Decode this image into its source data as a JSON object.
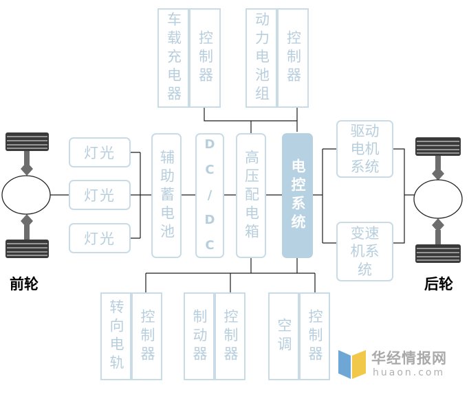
{
  "title": "",
  "nodes": {
    "onboard_charger": "车载充电器",
    "battery_pack": "动力电池组",
    "controller": "控制器",
    "light": "灯光",
    "aux_battery": "辅助蓄电池",
    "dcdc": "D\nC\n/\nD\nC",
    "hv_distribution": "高压配电箱",
    "ecu": "电控系统",
    "drive_motor": "驱动\n电机\n系统",
    "transmission": "变速\n机系\n统",
    "steering_rail": "转向电轨",
    "brake": "制动器",
    "air_con": "空调"
  },
  "labels": {
    "front_wheel": "前轮",
    "rear_wheel": "后轮"
  },
  "watermark": {
    "brand": "华经情报网",
    "domain": "huaon.com"
  },
  "colors": {
    "box_border": "#c8dbe7",
    "box_text": "#b7cedd",
    "center_fill": "#b6d1e1",
    "wire": "#1a1a1a"
  }
}
